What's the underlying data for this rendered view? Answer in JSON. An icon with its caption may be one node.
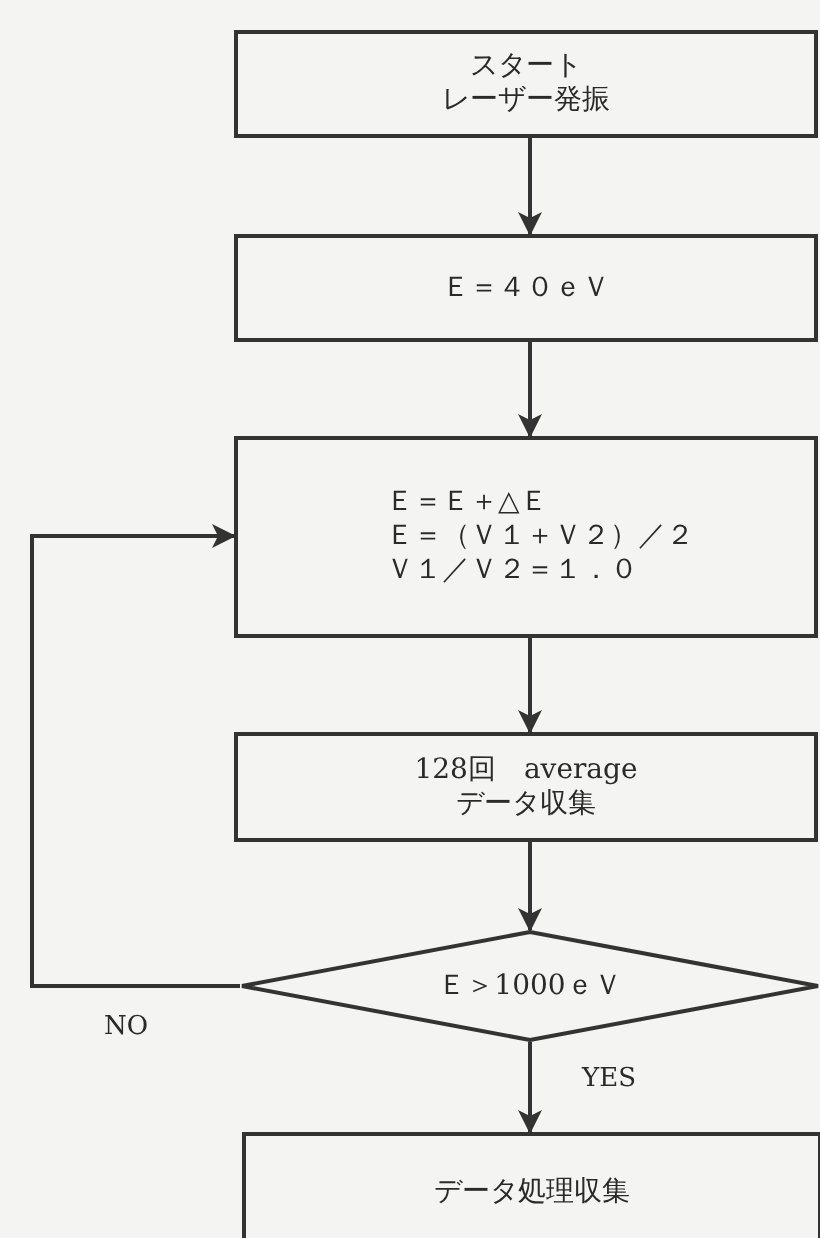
{
  "diagram": {
    "nodes": [
      {
        "text": [
          "スタート",
          "レーザー発振"
        ]
      },
      {
        "text": [
          "Ｅ＝４０ｅＶ"
        ]
      },
      {
        "text": [
          "Ｅ＝Ｅ＋△Ｅ",
          "Ｅ＝（Ｖ１＋Ｖ２）／２",
          "Ｖ１／Ｖ２＝１．０"
        ]
      },
      {
        "text": [
          "128回　average",
          "データ収集"
        ]
      },
      {
        "text": [
          "Ｅ＞1000ｅＶ"
        ]
      },
      {
        "text": [
          "データ処理収集"
        ]
      }
    ],
    "edges": [
      {
        "from": 0,
        "to": 1,
        "arrow": "to"
      },
      {
        "from": 1,
        "to": 2,
        "arrow": "to"
      },
      {
        "from": 2,
        "to": 3,
        "arrow": "to"
      },
      {
        "from": 3,
        "to": 4,
        "arrow": "to"
      },
      {
        "from": 4,
        "to": 2,
        "arrow": "to",
        "label": "NO"
      },
      {
        "from": 4,
        "to": 5,
        "arrow": "to",
        "label": "YES"
      }
    ]
  }
}
